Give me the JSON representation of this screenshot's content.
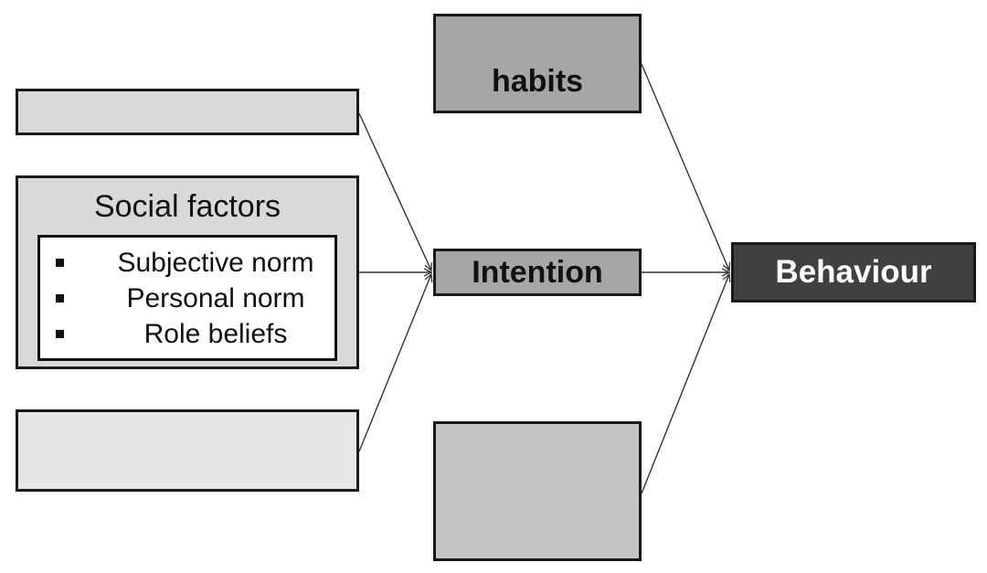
{
  "diagram": {
    "nodes": {
      "habits": "habits",
      "intention": "Intention",
      "behaviour": "Behaviour",
      "social_factors": {
        "title": "Social factors",
        "items": [
          "Subjective norm",
          "Personal norm",
          "Role beliefs"
        ]
      },
      "top_left_box": "",
      "bottom_left_box": "",
      "bottom_middle_box": ""
    },
    "edges": [
      {
        "from": "top_left_box",
        "to": "intention"
      },
      {
        "from": "social_factors",
        "to": "intention"
      },
      {
        "from": "bottom_left_box",
        "to": "intention"
      },
      {
        "from": "habits",
        "to": "behaviour"
      },
      {
        "from": "intention",
        "to": "behaviour"
      },
      {
        "from": "bottom_middle_box",
        "to": "behaviour"
      }
    ],
    "colors": {
      "box_light": "#d9d9d9",
      "box_mid": "#a6a6a6",
      "box_dark": "#404040",
      "line": "#333333"
    }
  }
}
